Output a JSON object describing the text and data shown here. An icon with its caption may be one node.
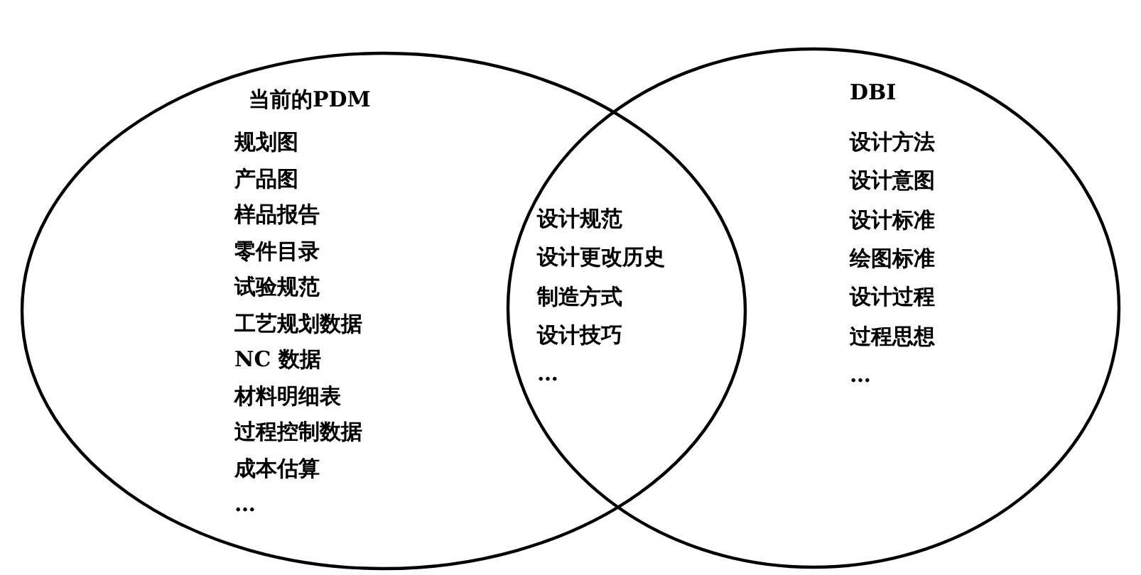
{
  "diagram": {
    "nodes": [
      {
        "text": [
          "当前的PDM",
          "规划图",
          "产品图",
          "样品报告",
          "零件目录",
          "试验规范",
          "工艺规划数据",
          "NC 数据",
          "材料明细表",
          "过程控制数据",
          "成本估算",
          "…"
        ]
      },
      {
        "text": [
          "DBI",
          "设计方法",
          "设计意图",
          "设计标准",
          "绘图标准",
          "设计过程",
          "过程思想",
          "…"
        ]
      }
    ],
    "labels": [
      "设计规范",
      "设计更改历史",
      "制造方式",
      "设计技巧",
      "…"
    ]
  }
}
